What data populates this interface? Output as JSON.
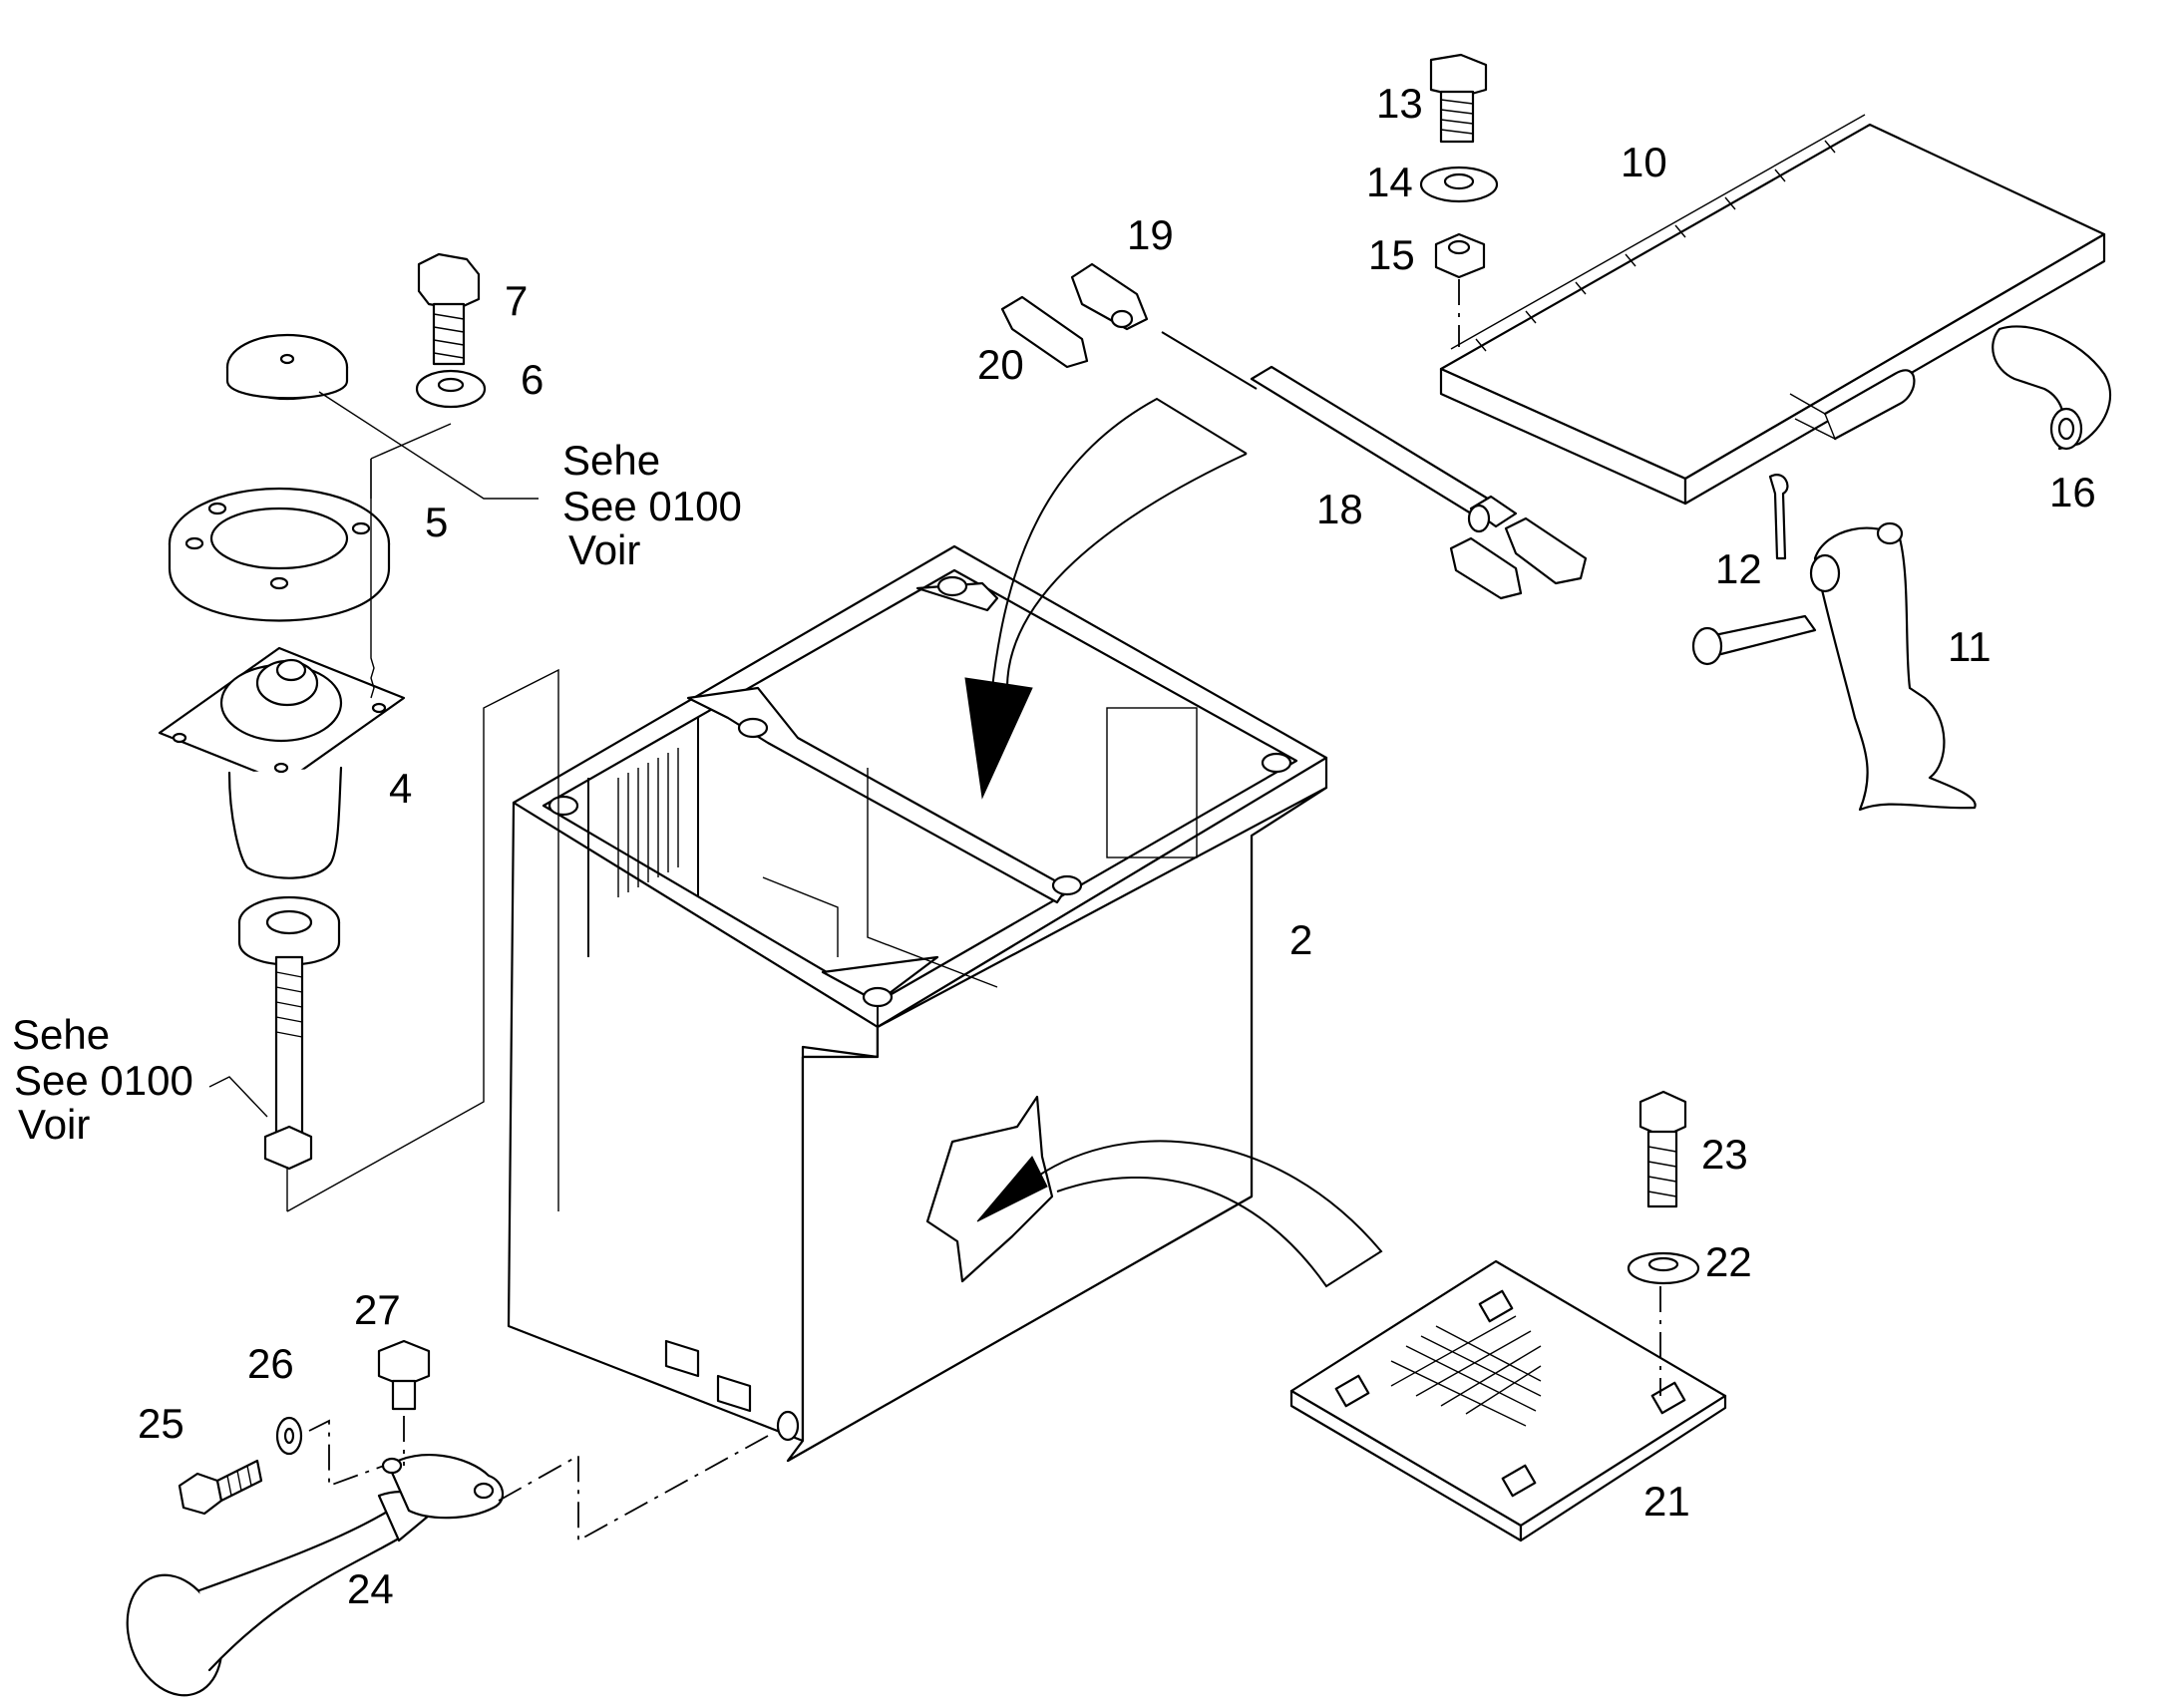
{
  "diagram": {
    "callouts": [
      {
        "id": "p2",
        "label": "2"
      },
      {
        "id": "p4",
        "label": "4"
      },
      {
        "id": "p5",
        "label": "5"
      },
      {
        "id": "p6",
        "label": "6"
      },
      {
        "id": "p7",
        "label": "7"
      },
      {
        "id": "p10",
        "label": "10"
      },
      {
        "id": "p11",
        "label": "11"
      },
      {
        "id": "p12",
        "label": "12"
      },
      {
        "id": "p13",
        "label": "13"
      },
      {
        "id": "p14",
        "label": "14"
      },
      {
        "id": "p15",
        "label": "15"
      },
      {
        "id": "p16",
        "label": "16"
      },
      {
        "id": "p18",
        "label": "18"
      },
      {
        "id": "p19",
        "label": "19"
      },
      {
        "id": "p20",
        "label": "20"
      },
      {
        "id": "p21",
        "label": "21"
      },
      {
        "id": "p22",
        "label": "22"
      },
      {
        "id": "p23",
        "label": "23"
      },
      {
        "id": "p24",
        "label": "24"
      },
      {
        "id": "p25",
        "label": "25"
      },
      {
        "id": "p26",
        "label": "26"
      },
      {
        "id": "p27",
        "label": "27"
      }
    ],
    "notes": [
      {
        "id": "note-top",
        "lines": [
          "Sehe",
          "See 0100",
          "Voir"
        ]
      },
      {
        "id": "note-left",
        "lines": [
          "Sehe",
          "See 0100",
          "Voir"
        ]
      }
    ]
  }
}
